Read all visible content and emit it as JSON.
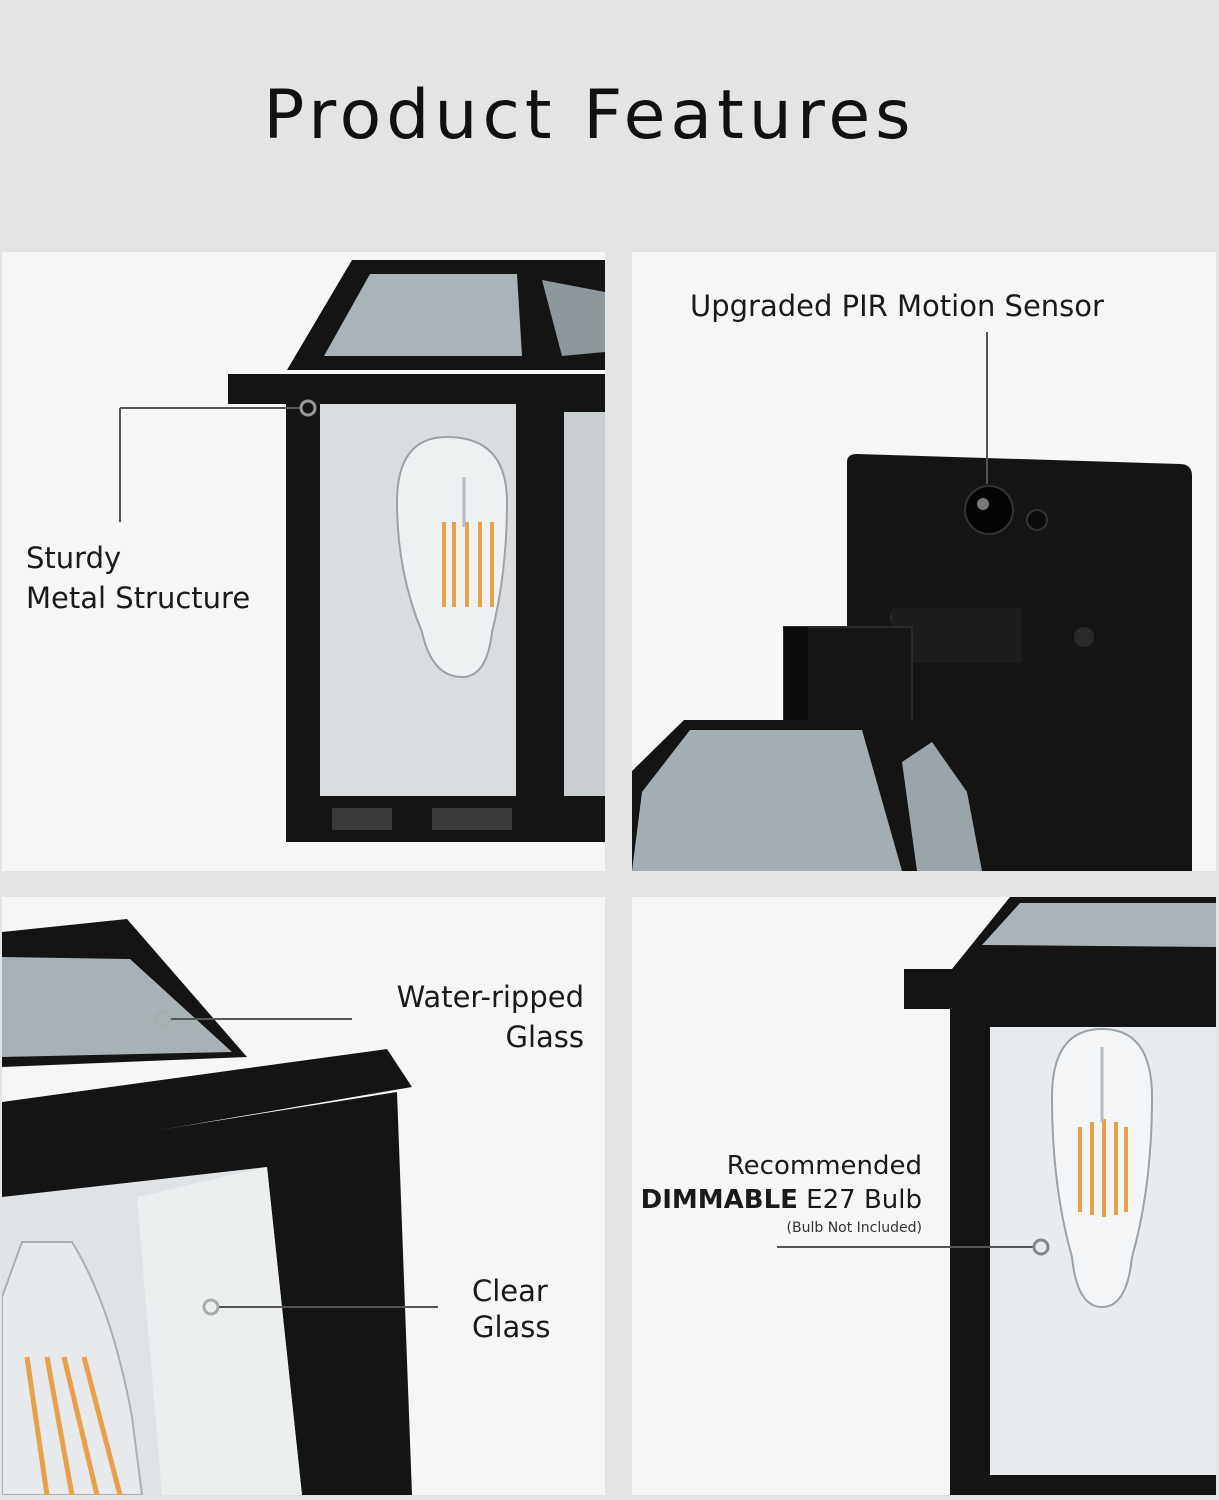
{
  "header": {
    "title": "Product Features"
  },
  "panels": {
    "structure": {
      "line1": "Sturdy",
      "line2": "Metal Structure"
    },
    "sensor": {
      "label": "Upgraded PIR Motion Sensor"
    },
    "water_glass": {
      "line1": "Water-ripped",
      "line2": "Glass"
    },
    "clear_glass": {
      "line1": "Clear",
      "line2": "Glass"
    },
    "bulb": {
      "line1": "Recommended",
      "bold": "DIMMABLE",
      "rest": " E27 Bulb",
      "note": "(Bulb Not Included)"
    }
  },
  "colors": {
    "frame": "#141414",
    "background": "#e4e4e4",
    "panel": "#f5f6f6",
    "filament": "#e8a04a"
  }
}
